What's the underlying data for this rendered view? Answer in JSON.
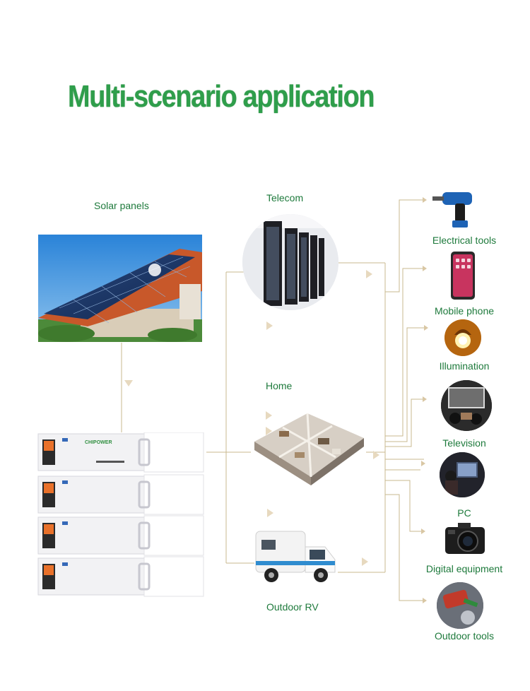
{
  "title": "Multi-scenario application",
  "sources": {
    "solar": "Solar panels"
  },
  "scenarios": {
    "telecom": "Telecom",
    "home": "Home",
    "rv": "Outdoor RV"
  },
  "devices": [
    {
      "label": "Electrical tools",
      "icon": "drill-icon"
    },
    {
      "label": "Mobile phone",
      "icon": "phone-icon"
    },
    {
      "label": "Illumination",
      "icon": "bulb-icon"
    },
    {
      "label": "Television",
      "icon": "tv-icon"
    },
    {
      "label": "PC",
      "icon": "pc-icon"
    },
    {
      "label": "Digital equipment",
      "icon": "camera-icon"
    },
    {
      "label": "Outdoor tools",
      "icon": "outdoor-tool-icon"
    }
  ],
  "battery_brand": "CHIPOWER",
  "colors": {
    "title": "#2f9e4b",
    "label": "#1e7a3c",
    "line": "#c9b98f"
  }
}
